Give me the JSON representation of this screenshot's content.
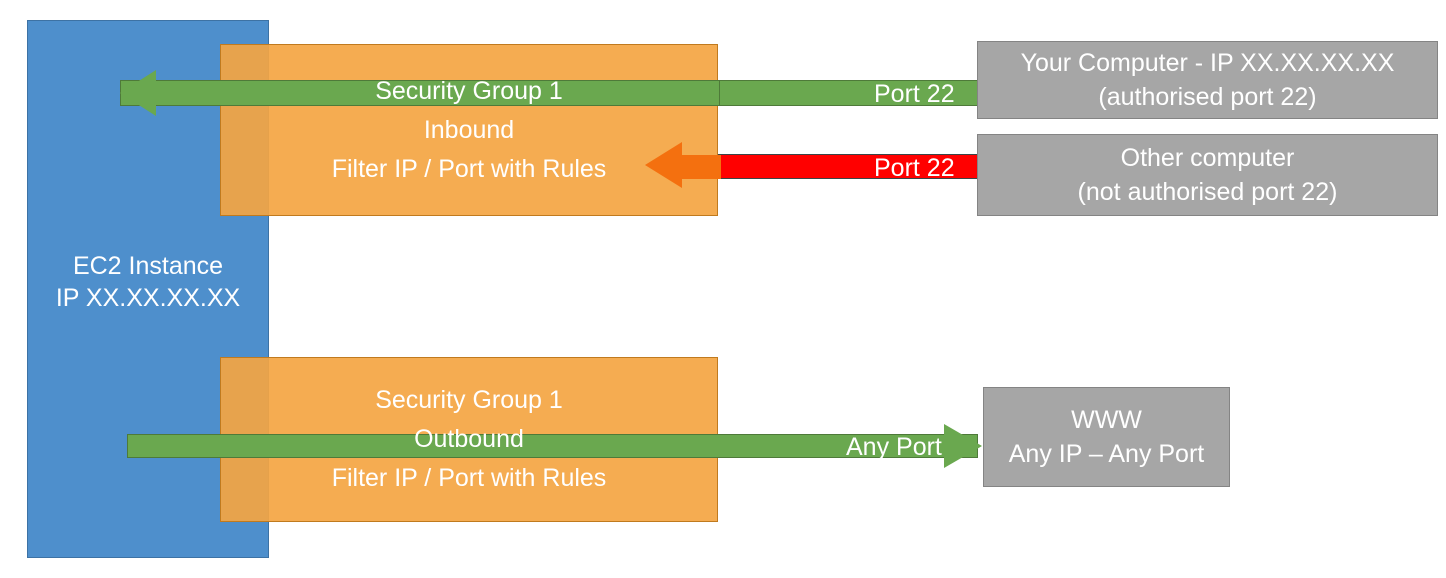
{
  "diagram": {
    "title": "AWS EC2 Security Group inbound and outbound traffic filtering",
    "colors": {
      "ec2_blue": "#4e8fcc",
      "security_group_orange": "#f4a542",
      "allowed_green": "#6aa84f",
      "denied_red": "#ff0000",
      "blocked_arrow_orange": "#f4700f",
      "endpoint_gray": "#a6a6a6",
      "text_white": "#ffffff"
    }
  },
  "ec2": {
    "label": "EC2 Instance\nIP XX.XX.XX.XX"
  },
  "security_groups": {
    "inbound": {
      "label": "Security Group 1\nInbound\nFilter IP / Port with Rules",
      "name": "Security Group 1",
      "direction": "Inbound",
      "rule_text": "Filter IP / Port with Rules"
    },
    "outbound": {
      "label": "Security Group 1\nOutbound\nFilter IP / Port with Rules",
      "name": "Security Group 1",
      "direction": "Outbound",
      "rule_text": "Filter IP / Port with Rules"
    }
  },
  "connections": {
    "inbound_allowed": {
      "port_label": "Port 22",
      "status": "allowed",
      "color": "#6aa84f",
      "direction": "right-to-left"
    },
    "inbound_denied": {
      "port_label": "Port 22",
      "status": "denied",
      "color": "#ff0000",
      "direction": "right-to-left"
    },
    "outbound_any": {
      "port_label": "Any Port",
      "status": "allowed",
      "color": "#6aa84f",
      "direction": "left-to-right"
    }
  },
  "endpoints": {
    "your_computer": {
      "label": "Your Computer - IP XX.XX.XX.XX\n(authorised port 22)",
      "name": "Your Computer - IP XX.XX.XX.XX",
      "note": "(authorised port 22)"
    },
    "other_computer": {
      "label": "Other computer\n(not authorised port 22)",
      "name": "Other computer",
      "note": "(not authorised port 22)"
    },
    "www": {
      "label": "WWW\nAny IP – Any Port",
      "name": "WWW",
      "note": "Any IP – Any Port"
    }
  }
}
